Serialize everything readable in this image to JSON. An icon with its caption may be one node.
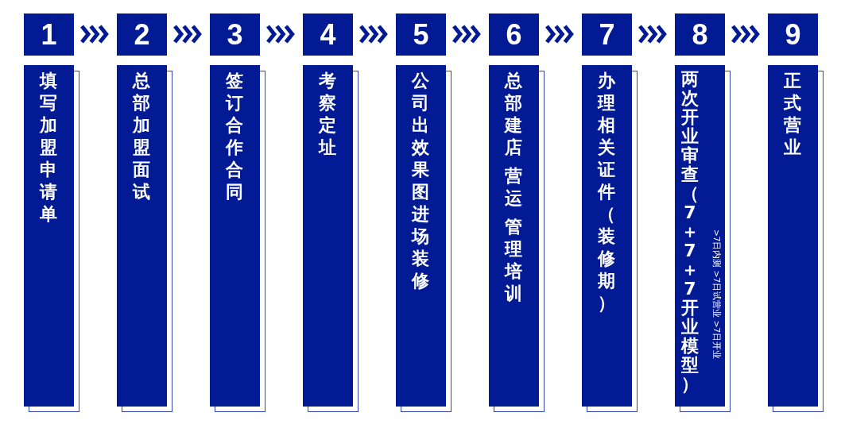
{
  "diagram": {
    "nodes": [
      {
        "text": [
          "1"
        ]
      },
      {
        "text": [
          "2"
        ]
      },
      {
        "text": [
          "3"
        ]
      },
      {
        "text": [
          "4"
        ]
      },
      {
        "text": [
          "5"
        ]
      },
      {
        "text": [
          "6"
        ]
      },
      {
        "text": [
          "7"
        ]
      },
      {
        "text": [
          "8"
        ]
      },
      {
        "text": [
          "9"
        ]
      },
      {
        "text": [
          "填写加盟申请单"
        ]
      },
      {
        "text": [
          "总部加盟面试"
        ]
      },
      {
        "text": [
          "签订合作合同"
        ]
      },
      {
        "text": [
          "考察定址"
        ]
      },
      {
        "text": [
          "公司出效果图进场装修"
        ]
      },
      {
        "text": [
          "总部建店",
          "营运",
          "管理培训"
        ]
      },
      {
        "text": [
          "办理相关证件（装修期）"
        ]
      },
      {
        "text": [
          "两次开业审查（7＋7＋7开业模型）",
          ">7日内测 >7日试营业 >7日开业"
        ]
      },
      {
        "text": [
          "正式营业"
        ]
      }
    ],
    "edges": [
      {
        "from": 0,
        "to": 1,
        "arrow": "to"
      },
      {
        "from": 1,
        "to": 2,
        "arrow": "to"
      },
      {
        "from": 2,
        "to": 3,
        "arrow": "to"
      },
      {
        "from": 3,
        "to": 4,
        "arrow": "to"
      },
      {
        "from": 4,
        "to": 5,
        "arrow": "to"
      },
      {
        "from": 5,
        "to": 6,
        "arrow": "to"
      },
      {
        "from": 6,
        "to": 7,
        "arrow": "to"
      },
      {
        "from": 7,
        "to": 8,
        "arrow": "to"
      }
    ]
  }
}
